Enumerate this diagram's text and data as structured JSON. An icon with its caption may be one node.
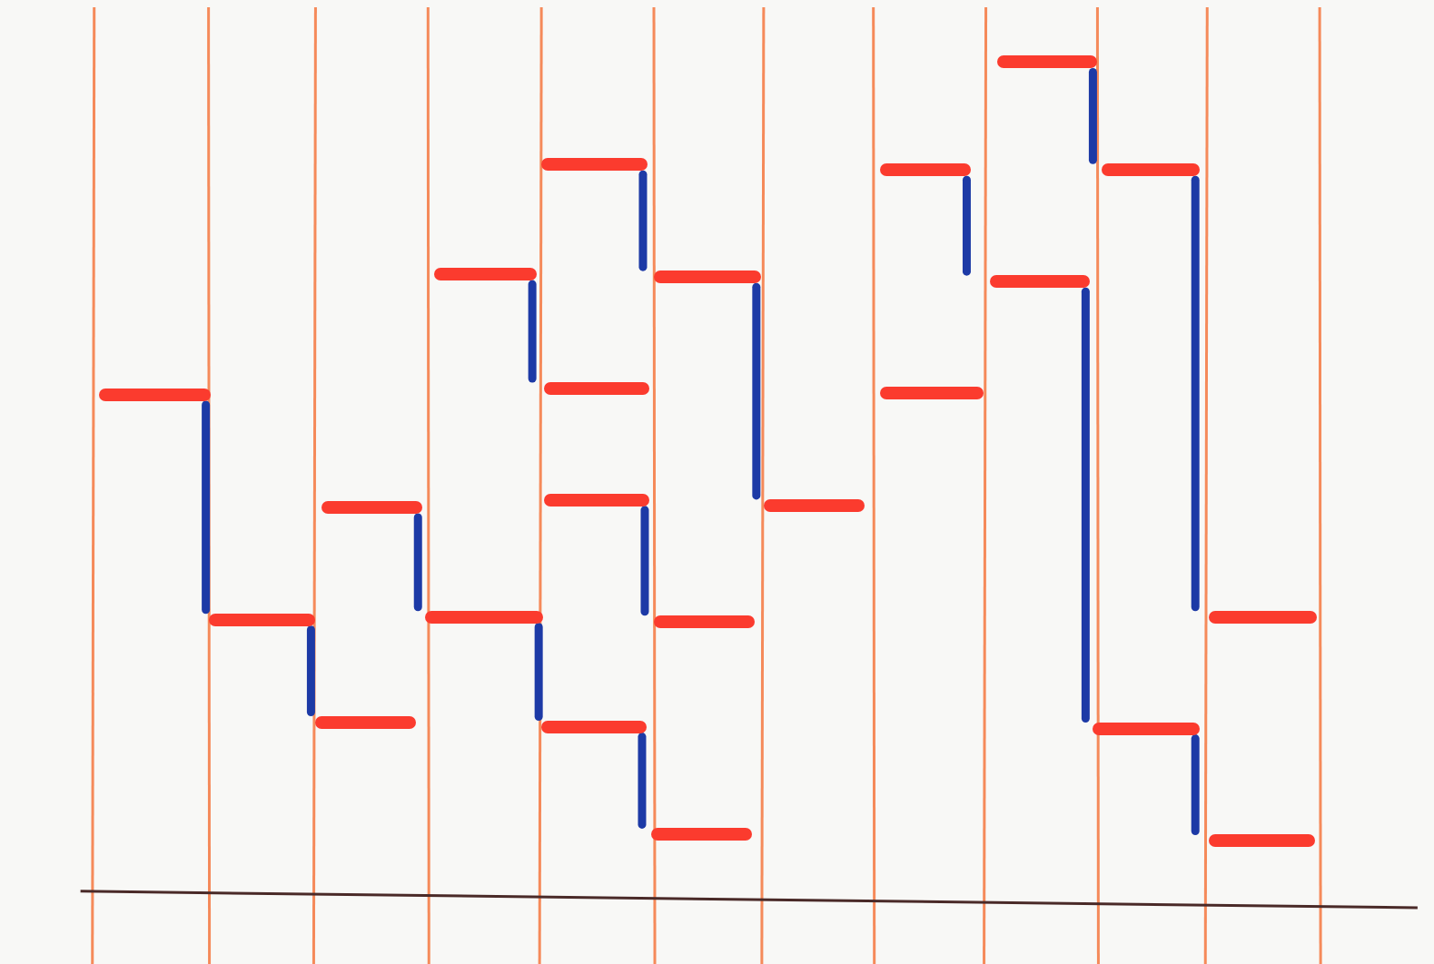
{
  "diagram": {
    "nodes": [
      {
        "text": [],
        "shape": "bar"
      },
      {
        "text": [],
        "shape": "bar"
      },
      {
        "text": [],
        "shape": "bar"
      },
      {
        "text": [],
        "shape": "bar"
      },
      {
        "text": [],
        "shape": "bar"
      },
      {
        "text": [],
        "shape": "bar"
      },
      {
        "text": [],
        "shape": "bar"
      },
      {
        "text": [],
        "shape": "bar"
      },
      {
        "text": [],
        "shape": "bar"
      },
      {
        "text": [],
        "shape": "bar"
      },
      {
        "text": [],
        "shape": "bar"
      },
      {
        "text": [],
        "shape": "bar"
      },
      {
        "text": [],
        "shape": "bar"
      },
      {
        "text": [],
        "shape": "bar"
      },
      {
        "text": [],
        "shape": "bar"
      },
      {
        "text": [],
        "shape": "bar"
      },
      {
        "text": [],
        "shape": "bar"
      },
      {
        "text": [],
        "shape": "bar"
      },
      {
        "text": [],
        "shape": "bar"
      },
      {
        "text": [],
        "shape": "bar"
      },
      {
        "text": [],
        "shape": "bar"
      },
      {
        "text": [],
        "shape": "bar"
      }
    ],
    "edges": [
      {
        "from": 0,
        "to": 1,
        "arrow": "none"
      },
      {
        "from": 1,
        "to": 3,
        "arrow": "none"
      },
      {
        "from": 2,
        "to": 5,
        "arrow": "none"
      },
      {
        "from": 4,
        "to": 7,
        "arrow": "none"
      },
      {
        "from": 5,
        "to": 9,
        "arrow": "none"
      },
      {
        "from": 6,
        "to": 10,
        "arrow": "none"
      },
      {
        "from": 8,
        "to": 11,
        "arrow": "none"
      },
      {
        "from": 9,
        "to": 12,
        "arrow": "none"
      },
      {
        "from": 10,
        "to": 13,
        "arrow": "none"
      },
      {
        "from": 14,
        "to": 17,
        "arrow": "none"
      },
      {
        "from": 16,
        "to": 18,
        "arrow": "none"
      },
      {
        "from": 17,
        "to": 19,
        "arrow": "none"
      },
      {
        "from": 18,
        "to": 20,
        "arrow": "none"
      },
      {
        "from": 19,
        "to": 21,
        "arrow": "none"
      }
    ]
  }
}
